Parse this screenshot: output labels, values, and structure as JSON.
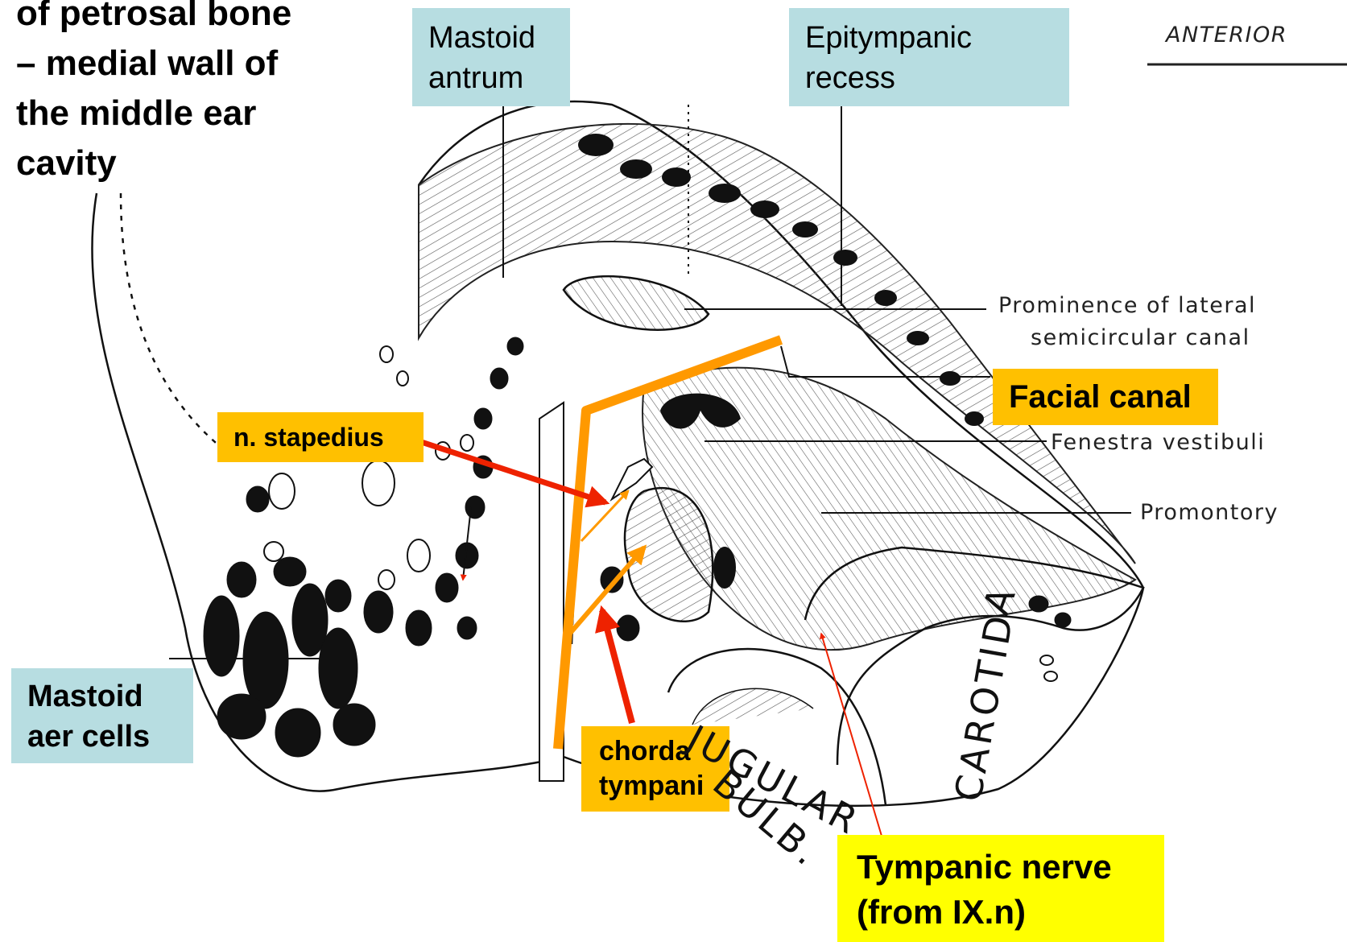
{
  "title": "of petrosal bone\n– medial wall of\nthe middle ear\ncavity",
  "labels": {
    "mastoid_antrum": "Mastoid\nantrum",
    "epitympanic_recess": "Epitympanic\nrecess",
    "facial_canal": "Facial canal",
    "n_stapedius": "n. stapedius",
    "mastoid_air_cells": "Mastoid\naer cells",
    "chorda_tympani": "chorda\ntympani",
    "tympanic_nerve": "Tympanic nerve\n(from IX.n)"
  },
  "scan_labels": {
    "anterior": "ANTERIOR",
    "prominence_line1": "Prominence of lateral",
    "prominence_line2": "semicircular canal",
    "fenestra_vestibuli": "Fenestra vestibuli",
    "promontory": "Promontory",
    "jugular": "JUGULAR",
    "bulb": "BULB.",
    "carotid": "CAROTID",
    "carotid_a": "A"
  },
  "colors": {
    "label_blue": "#b7dde1",
    "label_orange": "#ffc000",
    "label_yellow": "#ffff00",
    "facial_canal_path": "#ff9900",
    "pointer_red": "#ee2200"
  }
}
